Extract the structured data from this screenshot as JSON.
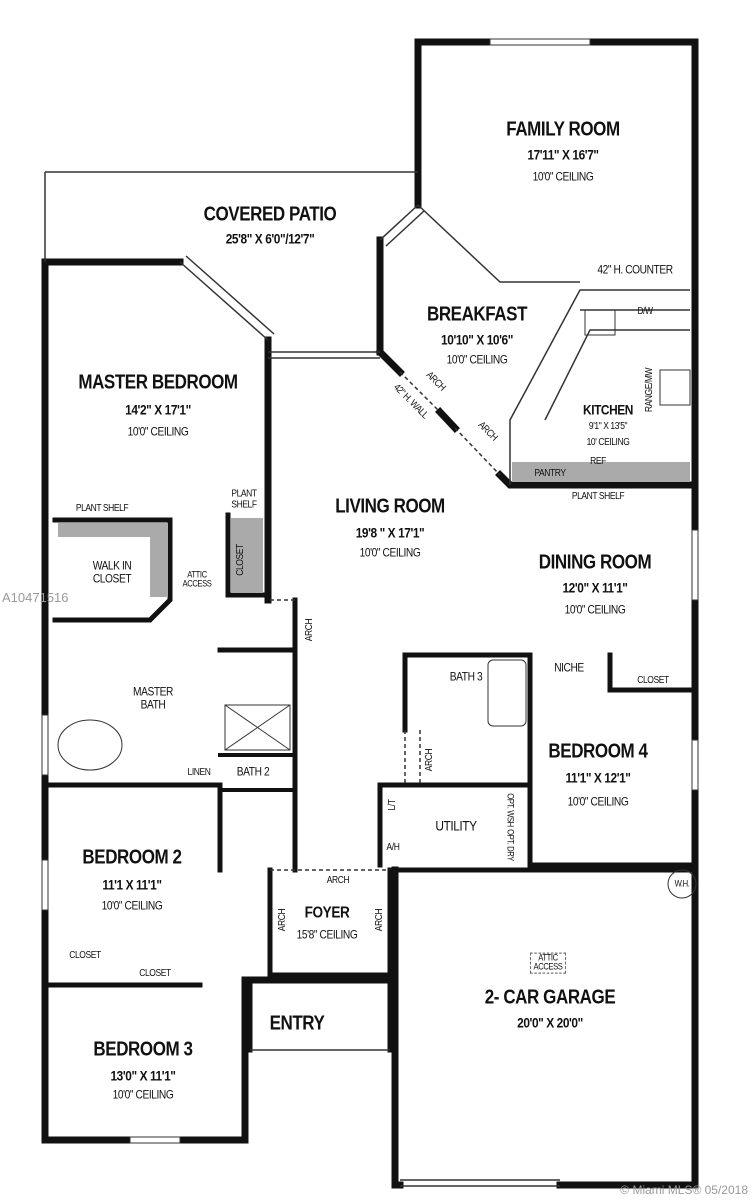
{
  "rooms": {
    "family": {
      "name": "FAMILY ROOM",
      "size": "17'11\" X 16'7\"",
      "ceiling": "10'0\" CEILING"
    },
    "patio": {
      "name": "COVERED PATIO",
      "size": "25'8\" X 6'0\"/12'7\""
    },
    "breakfast": {
      "name": "BREAKFAST",
      "size": "10'10\" X 10'6\"",
      "ceiling": "10'0\" CEILING"
    },
    "kitchen": {
      "name": "KITCHEN",
      "size": "9'1\" X 13'5\"",
      "ceiling": "10' CEILING"
    },
    "master_bedroom": {
      "name": "MASTER BEDROOM",
      "size": "14'2\" X 17'1\"",
      "ceiling": "10'0\" CEILING"
    },
    "living": {
      "name": "LIVING ROOM",
      "size": "19'8 \" X 17'1\"",
      "ceiling": "10'0\" CEILING"
    },
    "dining": {
      "name": "DINING ROOM",
      "size": "12'0\" X 11'1\"",
      "ceiling": "10'0\" CEILING"
    },
    "bedroom4": {
      "name": "BEDROOM 4",
      "size": "11'1\" X 12'1\"",
      "ceiling": "10'0\"  CEILING"
    },
    "bedroom2": {
      "name": "BEDROOM 2",
      "size": "11'1 X 11'1\"",
      "ceiling": "10'0\"  CEILING"
    },
    "bedroom3": {
      "name": "BEDROOM 3",
      "size": "13'0\" X 11'1\"",
      "ceiling": "10'0\"  CEILING"
    },
    "foyer": {
      "name": "FOYER",
      "ceiling": "15'8\" CEILING"
    },
    "garage": {
      "name": "2- CAR GARAGE",
      "size": "20'0\" X 20'0\""
    },
    "entry": {
      "name": "ENTRY"
    },
    "master_bath": {
      "name": "MASTER BATH"
    },
    "bath2": {
      "name": "BATH 2"
    },
    "bath3": {
      "name": "BATH 3"
    },
    "utility": {
      "name": "UTILITY"
    },
    "walk_in_closet": {
      "name": "WALK IN CLOSET"
    }
  },
  "labels": {
    "counter": "42\" H. COUNTER",
    "dw": "D/W",
    "range": "RANGE/MW",
    "ref": "REF",
    "pantry": "PANTRY",
    "plant_shelf": "PLANT SHELF",
    "arch": "ARCH",
    "h_wall": "42\" H. WALL",
    "attic_access": "ATTIC ACCESS",
    "closet": "CLOSET",
    "linen": "LINEN",
    "niche": "NICHE",
    "lt": "L/T",
    "ah": "A/H",
    "opt_wsh": "OPT. WSH",
    "opt_dry": "OPT. DRY",
    "wh": "W.H."
  },
  "watermark": "A10471516",
  "footer": "© Miami MLS® 05/2018"
}
